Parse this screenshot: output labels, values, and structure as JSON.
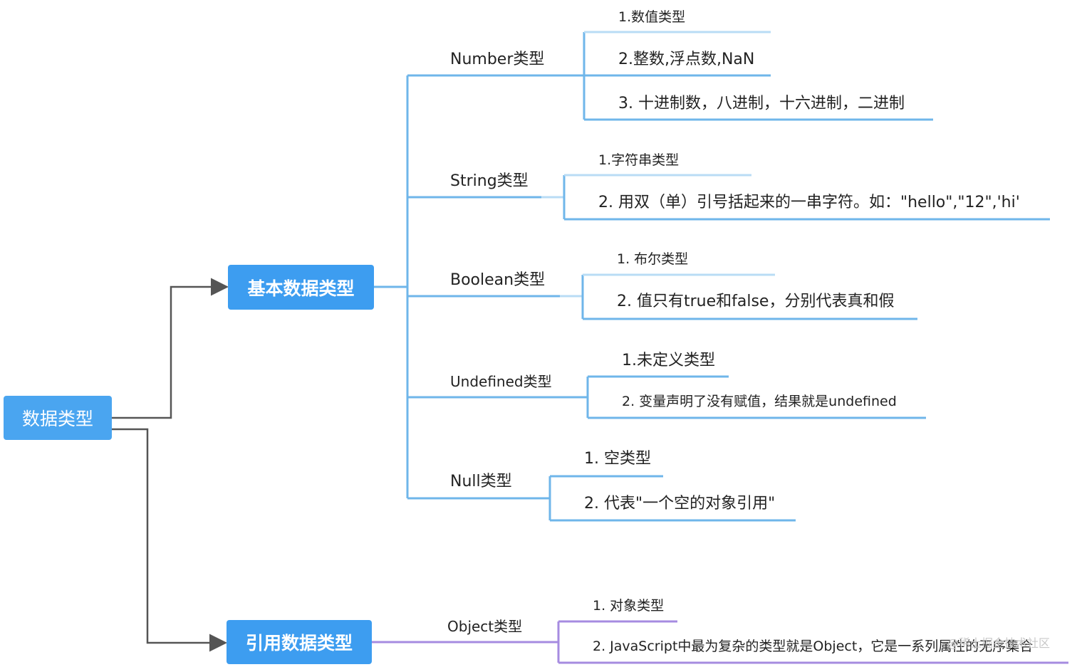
{
  "root": {
    "label": "数据类型"
  },
  "basic": {
    "label": "基本数据类型",
    "types": [
      {
        "label": "Number类型",
        "items": [
          "1.数值类型",
          "2.整数,浮点数,NaN",
          "3. 十进制数，八进制，十六进制，二进制"
        ]
      },
      {
        "label": "String类型",
        "items": [
          "1.字符串类型",
          "2. 用双（单）引号括起来的一串字符。如：\"hello\",\"12\",'hi'"
        ]
      },
      {
        "label": "Boolean类型",
        "items": [
          "1. 布尔类型",
          "2. 值只有true和false，分别代表真和假"
        ]
      },
      {
        "label": "Undefined类型",
        "items": [
          "1.未定义类型",
          "2. 变量声明了没有赋值，结果就是undefined"
        ]
      },
      {
        "label": "Null类型",
        "items": [
          "1. 空类型",
          "2. 代表\"一个空的对象引用\""
        ]
      }
    ]
  },
  "reference": {
    "label": "引用数据类型",
    "types": [
      {
        "label": "Object类型",
        "items": [
          "1. 对象类型",
          "2. JavaScript中最为复杂的类型就是Object，它是一系列属性的无序集合"
        ]
      }
    ]
  },
  "watermark": "@稀土掘金技术社区",
  "colors": {
    "node_fill": "#3d9df0",
    "root_fill": "#4aa5f0",
    "connector_gray": "#555555",
    "branch_blue": "#6fb6ea",
    "branch_light": "#b9dcf5",
    "branch_purple": "#a68be0"
  }
}
